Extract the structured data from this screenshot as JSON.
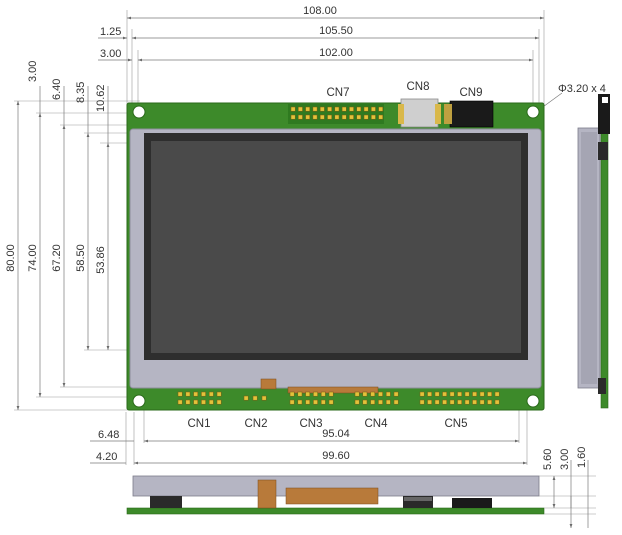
{
  "colors": {
    "pcb": "#3d8a2a",
    "pcb_dark": "#2a6a1a",
    "bezel": "#b5b5c3",
    "screen": "#4a4a4a",
    "screen_frame": "#2e2e2e",
    "gold": "#e3c23a",
    "flex": "#b87a3a",
    "connector_black": "#1a1a1a",
    "connector_silver": "#cfcfcf",
    "dimension_line": "#7a7a7a",
    "text": "#333333"
  },
  "dimensions": {
    "top": {
      "d108": "108.00",
      "d125": "1.25",
      "d10550": "105.50",
      "d300": "3.00",
      "d10200": "102.00",
      "hole": "Φ3.20 x 4"
    },
    "left": {
      "d300": "3.00",
      "d640": "6.40",
      "d835": "8.35",
      "d1062": "10.62",
      "d8000": "80.00",
      "d7400": "74.00",
      "d6720": "67.20",
      "d5850": "58.50",
      "d5386": "53.86"
    },
    "bottom": {
      "d648": "6.48",
      "d9504": "95.04",
      "d420": "4.20",
      "d9960": "99.60"
    },
    "side": {
      "d560": "5.60",
      "d300": "3.00",
      "d160": "1.60"
    }
  },
  "connectors": {
    "cn1": "CN1",
    "cn2": "CN2",
    "cn3": "CN3",
    "cn4": "CN4",
    "cn5": "CN5",
    "cn7": "CN7",
    "cn8": "CN8",
    "cn9": "CN9"
  },
  "icons": {
    "mounting_hole": "mounting-hole-icon",
    "arrow": "dimension-arrow-icon"
  }
}
